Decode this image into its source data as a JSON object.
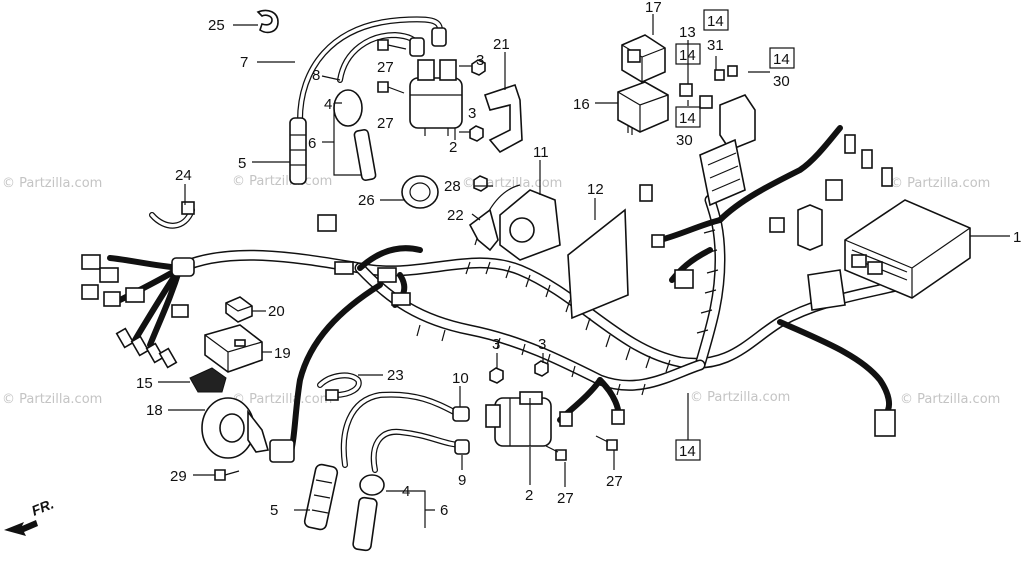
{
  "watermark": "© Partzilla.com",
  "direction_label": "FR.",
  "callouts": {
    "c1": "1",
    "c2a": "2",
    "c2b": "2",
    "c3a": "3",
    "c3b": "3",
    "c3c": "3",
    "c3d": "3",
    "c4a": "4",
    "c4b": "4",
    "c5a": "5",
    "c5b": "5",
    "c6a": "6",
    "c6b": "6",
    "c7": "7",
    "c8": "8",
    "c9": "9",
    "c10": "10",
    "c11": "11",
    "c12": "12",
    "c13": "13",
    "c14a": "14",
    "c14b": "14",
    "c14c": "14",
    "c14d": "14",
    "c14e": "14",
    "c15": "15",
    "c16": "16",
    "c17": "17",
    "c18": "18",
    "c19": "19",
    "c20": "20",
    "c21": "21",
    "c22": "22",
    "c23": "23",
    "c24": "24",
    "c25": "25",
    "c26": "26",
    "c27a": "27",
    "c27b": "27",
    "c27c": "27",
    "c27d": "27",
    "c28": "28",
    "c29": "29",
    "c30a": "30",
    "c30b": "30",
    "c31": "31"
  }
}
